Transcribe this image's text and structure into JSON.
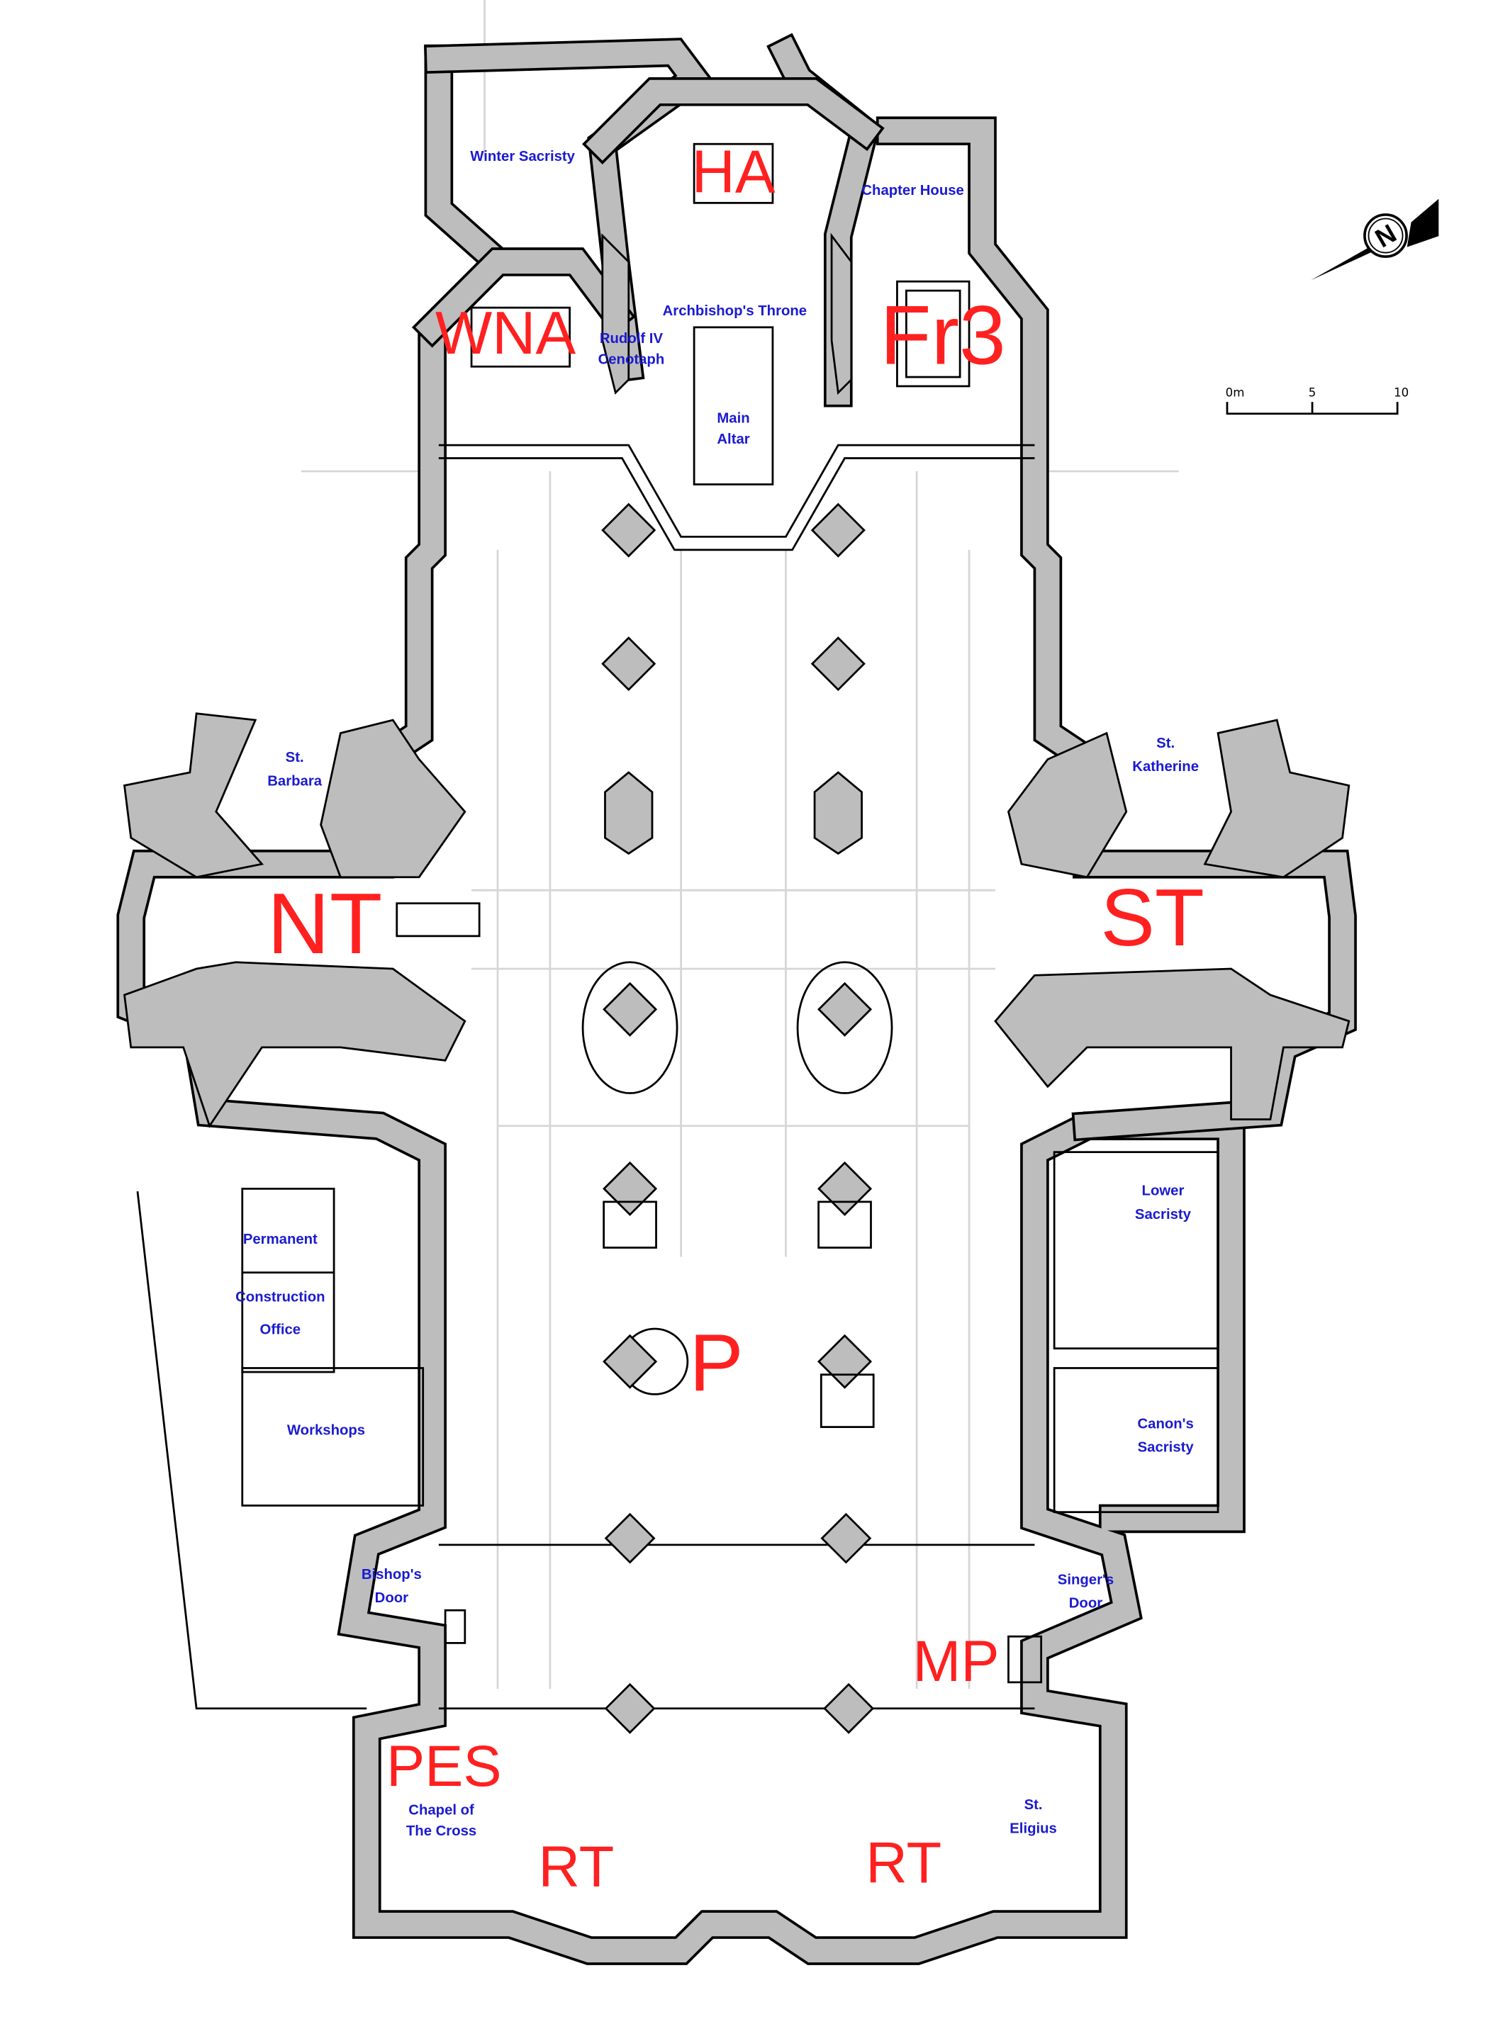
{
  "rooms": {
    "winter_sacristy": "Winter Sacristy",
    "chapter_house": "Chapter House",
    "archbishops_throne": "Archbishop's Throne",
    "rudolf_1": "Rudolf IV",
    "rudolf_2": "Cenotaph",
    "main_altar_1": "Main",
    "main_altar_2": "Altar",
    "st_barbara_1": "St.",
    "st_barbara_2": "Barbara",
    "st_katherine_1": "St.",
    "st_katherine_2": "Katherine",
    "lower_sacristy_1": "Lower",
    "lower_sacristy_2": "Sacristy",
    "permanent": "Permanent",
    "construction": "Construction",
    "office": "Office",
    "workshops": "Workshops",
    "canons_sacristy_1": "Canon's",
    "canons_sacristy_2": "Sacristy",
    "bishops_door_1": "Bishop's",
    "bishops_door_2": "Door",
    "singers_door_1": "Singer's",
    "singers_door_2": "Door",
    "chapel_cross_1": "Chapel of",
    "chapel_cross_2": "The Cross",
    "st_eligius_1": "St.",
    "st_eligius_2": "Eligius"
  },
  "markers": {
    "ha": "HA",
    "wna": "WNA",
    "fr3": "Fr3",
    "nt": "NT",
    "st": "ST",
    "p": "P",
    "mp": "MP",
    "pes": "PES",
    "rt_left": "RT",
    "rt_right": "RT"
  },
  "scale_bar": {
    "t0": "0m",
    "t5": "5",
    "t10": "10"
  },
  "compass": {
    "letter": "N"
  },
  "colors": {
    "label": "#1a1ad0",
    "marker": "#ff2020",
    "wall": "#bdbdbd"
  }
}
